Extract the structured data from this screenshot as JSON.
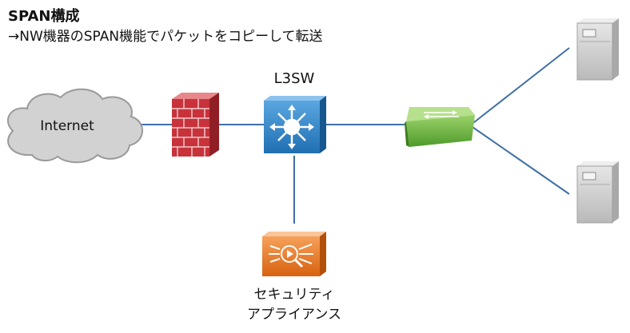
{
  "header": {
    "title": "SPAN構成",
    "subtitle": "→NW機器のSPAN機能でパケットをコピーして転送"
  },
  "nodes": {
    "internet": {
      "label": "Internet"
    },
    "l3sw": {
      "label": "L3SW"
    },
    "appliance": {
      "label_line1": "セキュリティ",
      "label_line2": "アプライアンス"
    }
  },
  "colors": {
    "link": "#3f6fa3",
    "firewall": "#c8323a",
    "l3sw": "#2b84c9",
    "l2sw": "#6cb33a",
    "appliance": "#e8731e",
    "server": "#c9c9c9",
    "cloud": "#cfcfcf"
  },
  "icons": {
    "cloud": "cloud-icon",
    "firewall": "firewall-icon",
    "l3sw": "router-switch-icon",
    "l2sw": "switch-icon",
    "appliance": "security-appliance-icon",
    "server": "server-icon"
  }
}
